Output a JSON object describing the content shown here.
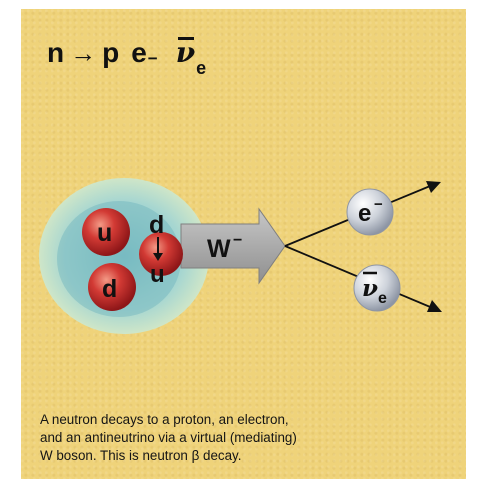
{
  "equation": {
    "initial": "n",
    "arrow": "→",
    "proton": "p",
    "electron": "e",
    "electron_charge": "−",
    "antineutrino": "ν",
    "antineutrino_sub": "e"
  },
  "neutron": {
    "quark_top_left": "u",
    "quark_top_right": "d",
    "quark_bottom_left": "d",
    "quark_changed": "u"
  },
  "boson": {
    "label": "W",
    "charge": "−"
  },
  "products": {
    "electron_label": "e",
    "electron_charge": "−",
    "antineutrino_label": "ν",
    "antineutrino_sub": "e"
  },
  "caption": {
    "line1": "A neutron decays to a proton, an electron,",
    "line2": "and an antineutrino via a virtual (mediating)",
    "line3": "W boson. This is neutron β decay."
  },
  "colors": {
    "background": "#efd37a",
    "nucleus_halo": "#9fd3cf",
    "quark_red": "#c8262c",
    "boson_arrow": "#a9a9a9",
    "product_sphere": "#c9ced6"
  }
}
